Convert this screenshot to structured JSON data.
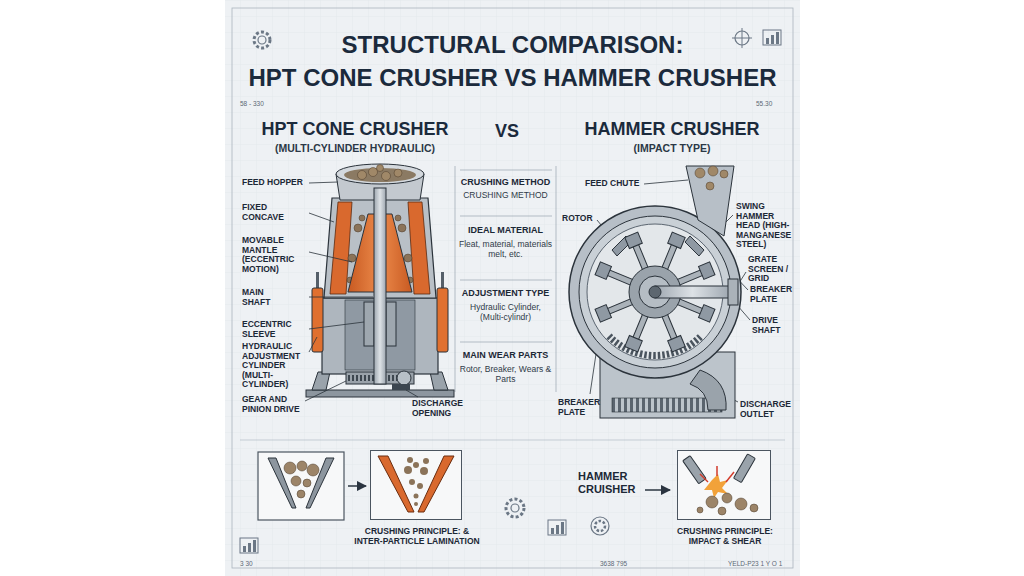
{
  "diagram": {
    "title": "STRUCTURAL COMPARISON: HPT CONE CRUSHER VS HAMMER CRUSHER",
    "nodes": [
      {
        "text": [
          "CRUSHING PRINCIPLE: & INTER-PARTICLE LAMINATION"
        ]
      },
      {
        "text": [
          "CRUSHING PRINCIPLE: IMPACT & SHEAR"
        ]
      }
    ],
    "labels": [
      "HPT CONE CRUSHER",
      "(MULTI-CYLINDER HYDRAULIC)",
      "VS",
      "HAMMER CRUSHER",
      "(IMPACT TYPE)",
      "FEED HOPPER",
      "FIXED CONCAVE",
      "MOVABLE MANTLE (ECCENTRIC MOTION)",
      "MAIN SHAFT",
      "ECCENTRIC SLEEVE",
      "HYDRAULIC ADJUSTMENT CYLINDER (MULTI-CYLINDER)",
      "GEAR AND PINION DRIVE",
      "DISCHARGE OPENING",
      "CRUSHING METHOD",
      "CRUSHING METHOD",
      "IDEAL MATERIAL",
      "Fleat, material, materials melt, etc.",
      "ADJUSTMENT TYPE",
      "Hydraulic Cylinder, (Multi-cylindr)",
      "MAIN WEAR PARTS",
      "Rotor, Breaker, Wears & Parts",
      "FEED CHUTE",
      "SWING HAMMER HEAD (HIGH-MANGANESE STEEL)",
      "ROTOR",
      "GRATE SCREEN / GRID",
      "BREAKER PLATE",
      "DRIVE SHAFT",
      "BREAKER PLATE",
      "DISCHARGE OUTLET",
      "HAMMER CRUISHER",
      "58 - 330",
      "55.30",
      "3 30",
      "3638 795",
      "YELD-P23 1 Y O 1"
    ]
  }
}
